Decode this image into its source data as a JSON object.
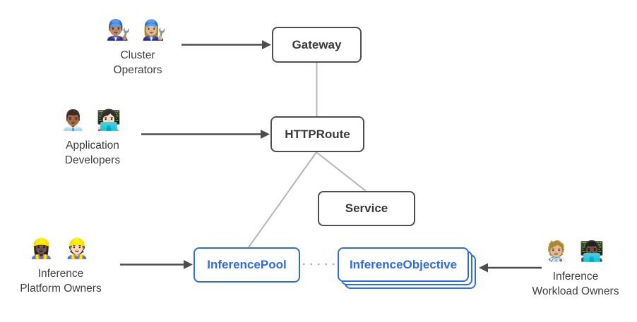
{
  "colors": {
    "accent_blue": "#2f6be4",
    "node_border": "#4f4f4f",
    "node_text": "#3a3a3a",
    "arrow": "#4d4d4d",
    "connector": "#b5b5b5",
    "label_text": "#3f3f3f",
    "background": "#ffffff"
  },
  "nodes": {
    "gateway": {
      "label": "Gateway"
    },
    "httproute": {
      "label": "HTTPRoute"
    },
    "service": {
      "label": "Service"
    },
    "inference_pool": {
      "label": "InferencePool"
    },
    "inference_objective": {
      "label": "InferenceObjective"
    }
  },
  "actors": {
    "cluster_operators": {
      "emojis": "👨🏽‍🔧 👩🏼‍🔧",
      "label_line1": "Cluster",
      "label_line2": "Operators"
    },
    "application_developers": {
      "emojis": "👨🏾‍💼 👩🏻‍💻",
      "label_line1": "Application",
      "label_line2": "Developers"
    },
    "inference_platform_owners": {
      "emojis": "👷🏿‍♀️ 👷🏻",
      "label_line1": "Inference",
      "label_line2": "Platform Owners"
    },
    "inference_workload_owners": {
      "emojis": "🧑🏼‍⚕️ 👨🏿‍💻",
      "label_line1": "Inference",
      "label_line2": "Workload Owners"
    }
  },
  "edges": [
    {
      "from": "cluster_operators",
      "to": "gateway",
      "type": "arrow"
    },
    {
      "from": "application_developers",
      "to": "httproute",
      "type": "arrow"
    },
    {
      "from": "inference_platform_owners",
      "to": "inference_pool",
      "type": "arrow"
    },
    {
      "from": "inference_workload_owners",
      "to": "inference_objective",
      "type": "arrow"
    },
    {
      "from": "gateway",
      "to": "httproute",
      "type": "line"
    },
    {
      "from": "httproute",
      "to": "inference_pool",
      "type": "line"
    },
    {
      "from": "httproute",
      "to": "service",
      "type": "line"
    },
    {
      "from": "inference_pool",
      "to": "inference_objective",
      "type": "dotted"
    }
  ]
}
